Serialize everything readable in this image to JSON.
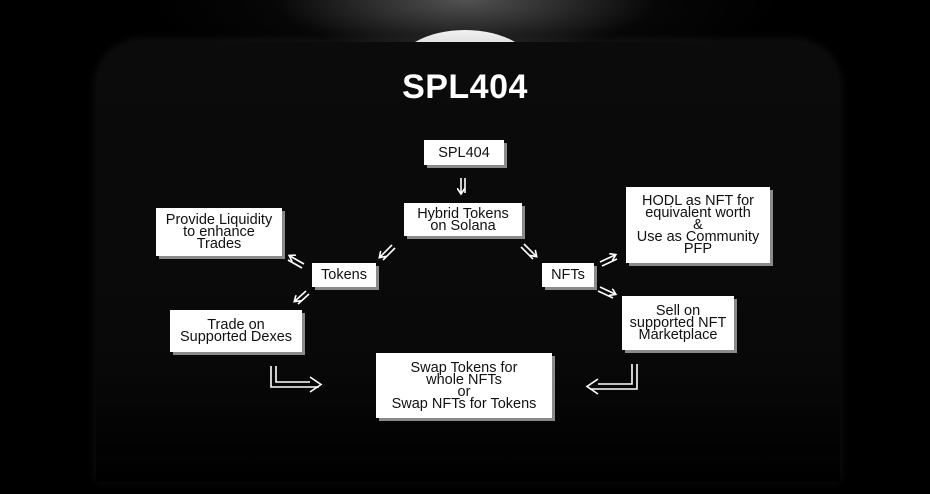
{
  "title": "SPL404",
  "nodes": {
    "spl404": "SPL404",
    "hybrid": "Hybrid Tokens\non Solana",
    "tokens": "Tokens",
    "nfts": "NFTs",
    "liquidity": "Provide Liquidity\nto enhance\nTrades",
    "trade": "Trade on\nSupported Dexes",
    "hodl": "HODL as NFT for\nequivalent worth\n&\nUse as Community\nPFP",
    "sell": "Sell on\nsupported NFT\nMarketplace",
    "swap": "Swap Tokens for\nwhole NFTs\nor\nSwap NFTs for Tokens"
  },
  "colors": {
    "background": "#000000",
    "panel": "#0b0b0b",
    "box": "#ffffff",
    "arrow": "#ffffff"
  }
}
